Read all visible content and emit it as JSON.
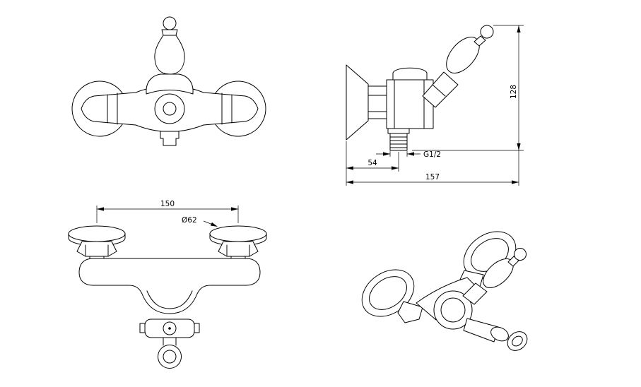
{
  "drawing": {
    "background": "#ffffff",
    "line_color": "#000000",
    "views": {
      "side": {
        "dims": {
          "height": "128",
          "thread": "G1/2",
          "outlet_offset": "54",
          "depth": "157"
        }
      },
      "plan": {
        "dims": {
          "centers": "150",
          "flange_diameter": "Ø62"
        }
      }
    }
  }
}
